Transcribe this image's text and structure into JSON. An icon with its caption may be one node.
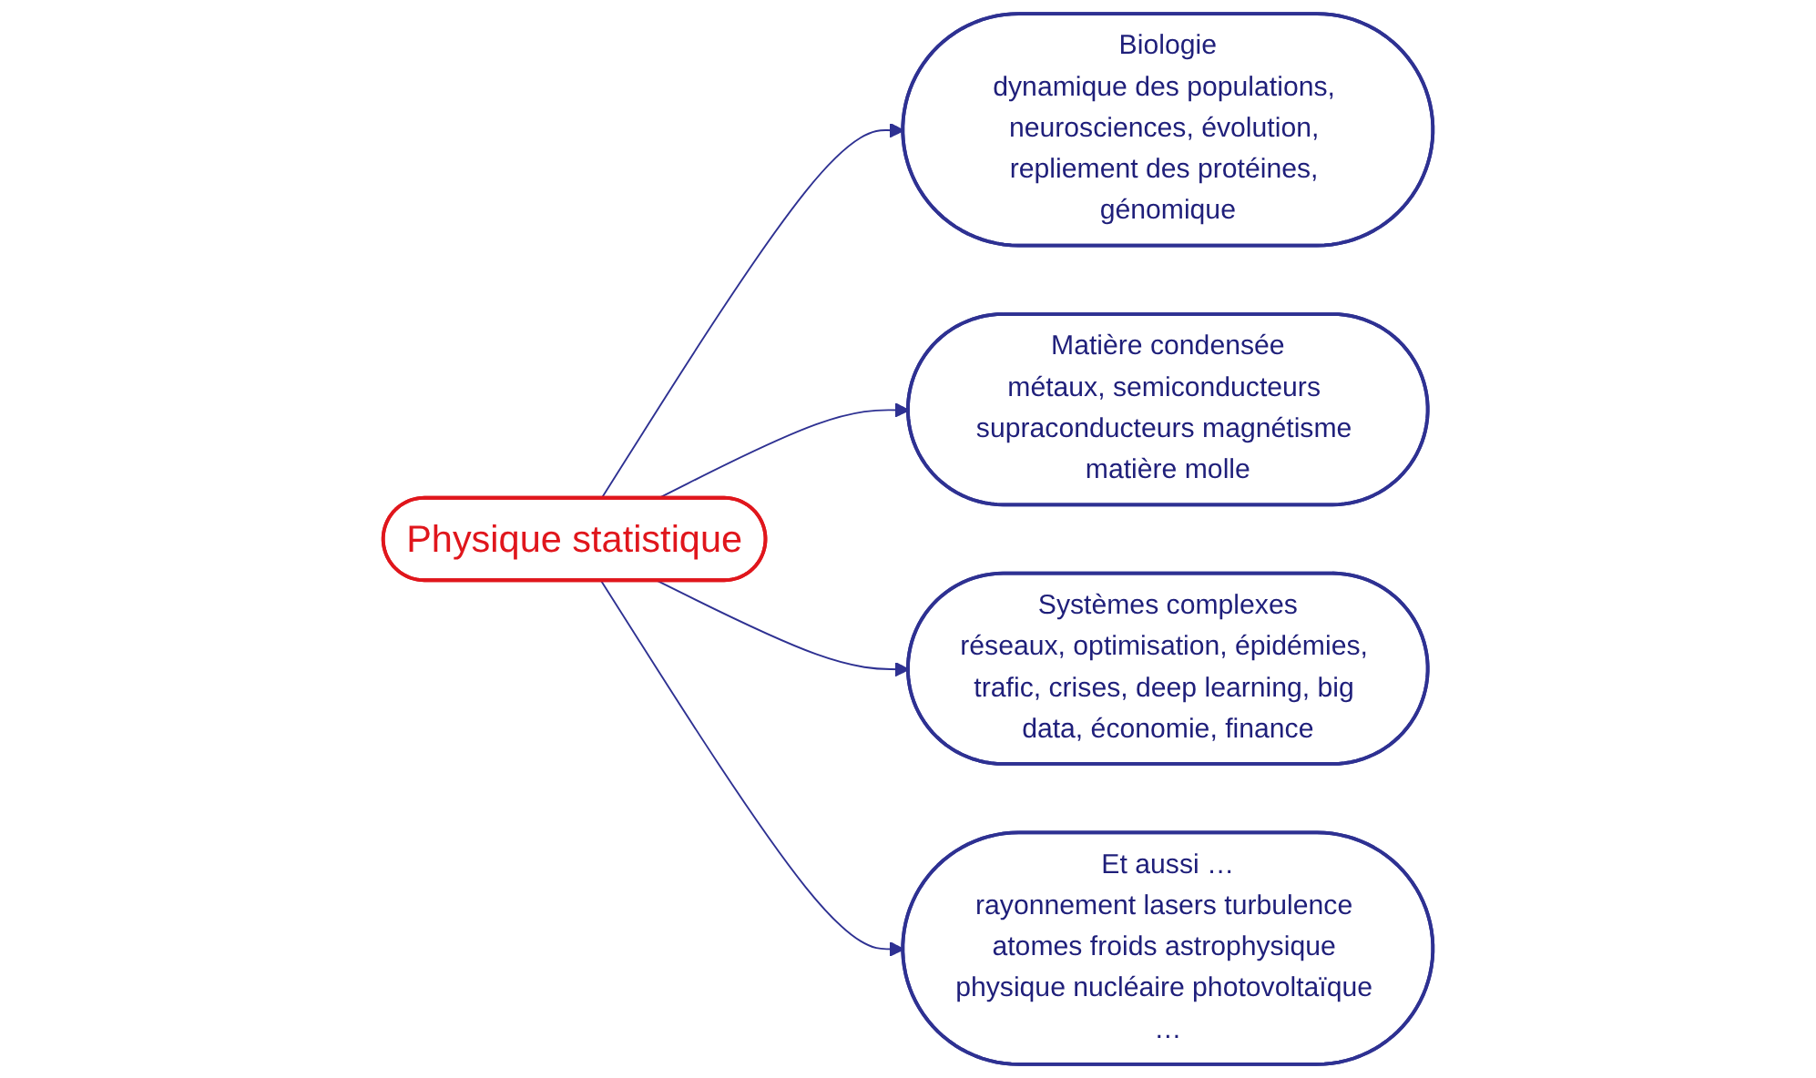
{
  "diagram": {
    "nodes": [
      {
        "text": [
          "Biologie",
          "dynamique des populations, neurosciences, évolution, repliement des protéines, génomique"
        ]
      },
      {
        "text": [
          "Matière condensée",
          "métaux, semiconducteurs supraconducteurs magnétisme matière molle"
        ]
      },
      {
        "text": [
          "Physique statistique"
        ]
      },
      {
        "text": [
          "Et aussi …",
          "rayonnement lasers turbulence atomes froids astrophysique physique nucléaire photovoltaïque …"
        ]
      },
      {
        "text": [
          "Systèmes complexes",
          "réseaux, optimisation, épidémies, trafic, crises, deep learning, big data, économie, finance"
        ]
      }
    ],
    "edges": [
      {
        "from": 2,
        "to": 0,
        "arrow": "to"
      },
      {
        "from": 2,
        "to": 1,
        "arrow": "to"
      },
      {
        "from": 2,
        "to": 4,
        "arrow": "to"
      },
      {
        "from": 2,
        "to": 3,
        "arrow": "to"
      }
    ]
  }
}
